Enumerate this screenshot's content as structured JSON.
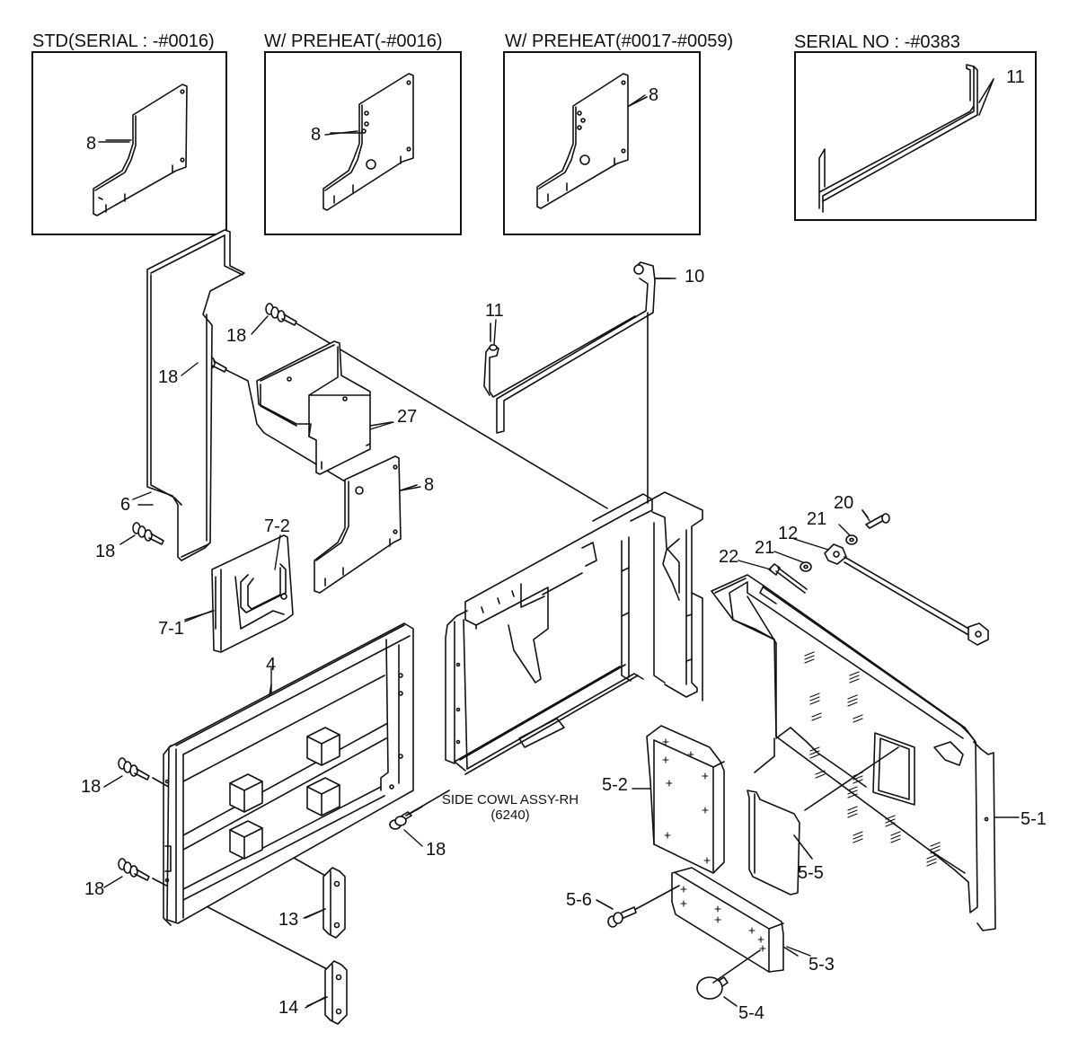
{
  "insets": [
    {
      "title": "STD(SERIAL : -#0016)",
      "part": "8"
    },
    {
      "title": "W/ PREHEAT(-#0016)",
      "part": "8"
    },
    {
      "title": "W/ PREHEAT(#0017-#0059)",
      "part": "8"
    },
    {
      "title": "SERIAL NO : -#0383",
      "part": "11"
    }
  ],
  "parts": {
    "p10": "10",
    "p11": "11",
    "p18a": "18",
    "p18b": "18",
    "p18c": "18",
    "p18d": "18",
    "p18e": "18",
    "p18f": "18",
    "p27": "27",
    "p6": "6",
    "p7_2": "7-2",
    "p7_1": "7-1",
    "p8": "8",
    "p4": "4",
    "p13": "13",
    "p14": "14",
    "p20": "20",
    "p21a": "21",
    "p21b": "21",
    "p12": "12",
    "p22": "22",
    "p5_1": "5-1",
    "p5_2": "5-2",
    "p5_3": "5-3",
    "p5_4": "5-4",
    "p5_5": "5-5",
    "p5_6": "5-6"
  },
  "side_cowl": {
    "line1": "SIDE COWL ASSY-RH",
    "line2": "(6240)"
  }
}
